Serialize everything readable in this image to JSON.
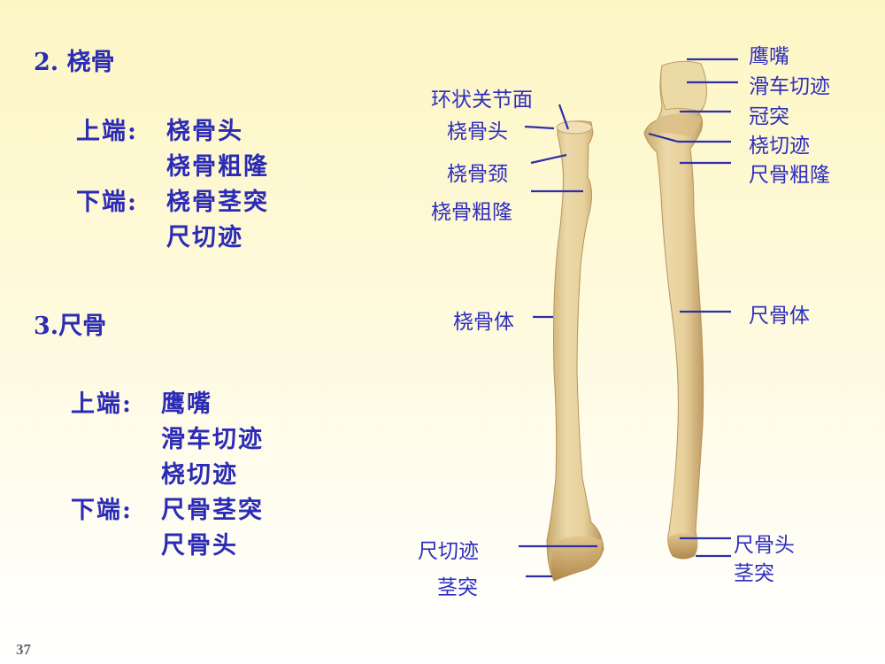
{
  "slide": {
    "page_number": "37",
    "text_color": "#2b2bb5",
    "line_color": "#2e2ea8"
  },
  "radius_section": {
    "heading": "2. 桡骨",
    "upper_label": "上端:",
    "upper_items": [
      "桡骨头",
      "桡骨粗隆"
    ],
    "lower_label": "下端:",
    "lower_items": [
      "桡骨茎突",
      "尺切迹"
    ]
  },
  "ulna_section": {
    "heading": "3.尺骨",
    "upper_label": "上端:",
    "upper_items": [
      "鹰嘴",
      "滑车切迹",
      "桡切迹"
    ],
    "lower_label": "下端:",
    "lower_items": [
      "尺骨茎突",
      "尺骨头"
    ]
  },
  "radius_labels": {
    "articular_circumference": "环状关节面",
    "head": "桡骨头",
    "neck": "桡骨颈",
    "tuberosity": "桡骨粗隆",
    "body": "桡骨体",
    "ulnar_notch": "尺切迹",
    "styloid": "茎突"
  },
  "ulna_labels": {
    "olecranon": "鹰嘴",
    "trochlear_notch": "滑车切迹",
    "coronoid": "冠突",
    "radial_notch": "桡切迹",
    "tuberosity": "尺骨粗隆",
    "body": "尺骨体",
    "head": "尺骨头",
    "styloid": "茎突"
  }
}
